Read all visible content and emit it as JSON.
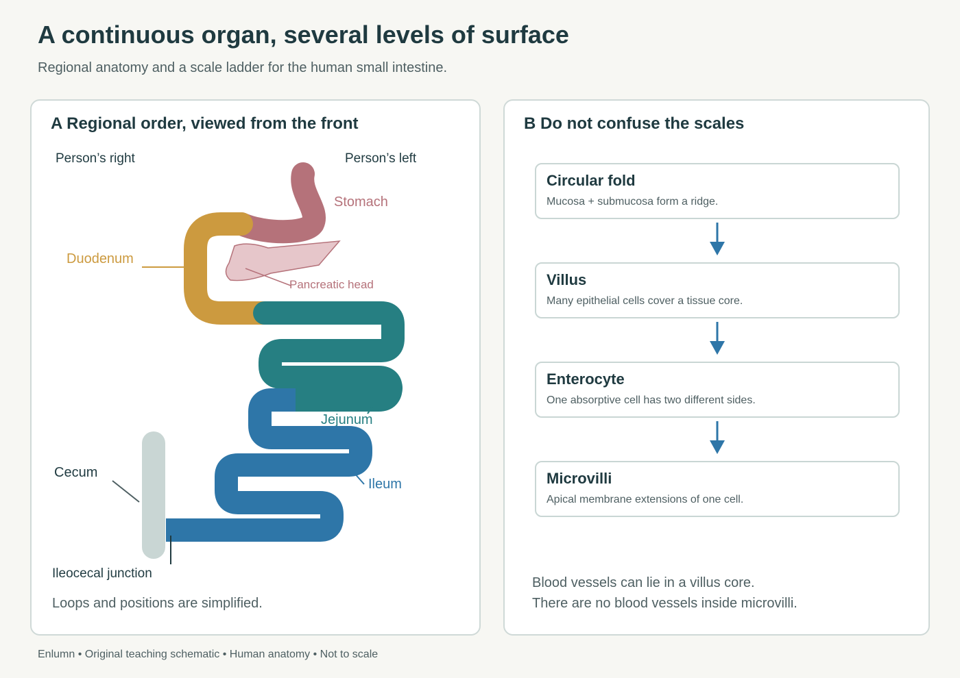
{
  "header": {
    "title": "A continuous organ, several levels of surface",
    "subtitle": "Regional anatomy and a scale ladder for the human small intestine."
  },
  "panel_a": {
    "title": "A Regional order, viewed from the front",
    "orientation": {
      "right": "Person’s right",
      "left": "Person’s left"
    },
    "labels": {
      "stomach": "Stomach",
      "duodenum": "Duodenum",
      "pancreatic_head": "Pancreatic head",
      "jejunum": "Jejunum",
      "ileum": "Ileum",
      "cecum": "Cecum",
      "ileocecal_junction": "Ileocecal junction"
    },
    "note": "Loops and positions are simplified.",
    "colors": {
      "stomach": "#b5727a",
      "duodenum": "#cc9a3f",
      "pancreas_fill": "#e6c6ca",
      "jejunum": "#267f82",
      "ileum": "#2e76a8",
      "cecum": "#c9d6d4"
    }
  },
  "panel_b": {
    "title": "B Do not confuse the scales",
    "steps": [
      {
        "name": "Circular fold",
        "desc": "Mucosa + submucosa form a ridge."
      },
      {
        "name": "Villus",
        "desc": "Many epithelial cells cover a tissue core."
      },
      {
        "name": "Enterocyte",
        "desc": "One absorptive cell has two different sides."
      },
      {
        "name": "Microvilli",
        "desc": "Apical membrane extensions of one cell."
      }
    ],
    "notes": [
      "Blood vessels can lie in a villus core.",
      "There are no blood vessels inside microvilli."
    ],
    "arrow_color": "#2e76a8"
  },
  "footer": "Enlumn • Original teaching schematic • Human anatomy • Not to scale"
}
